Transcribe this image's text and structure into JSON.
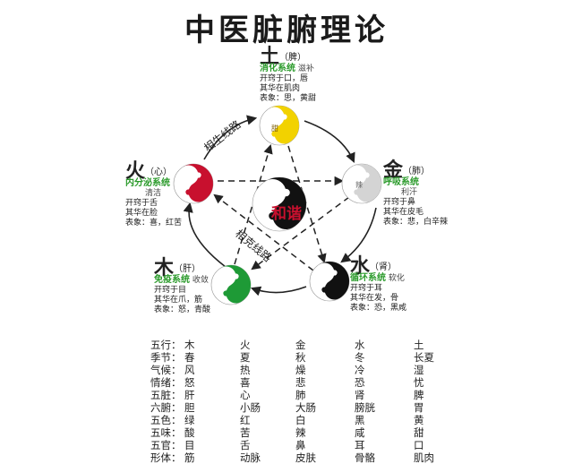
{
  "title": "中医脏腑理论",
  "center": {
    "label": "和谐"
  },
  "paths": {
    "generating": "相生线路",
    "restraining": "相克线路"
  },
  "nodes": {
    "earth": {
      "element": "土",
      "organ": "（脾）",
      "system": "消化系统",
      "note": "滋补",
      "lines": [
        "开窍于口，唇",
        "其华在肌肉",
        "表象：思，黄甜"
      ],
      "taste": "甜",
      "color": "#f2d200"
    },
    "metal": {
      "element": "金",
      "organ": "（肺）",
      "system": "呼吸系统",
      "note": "利汗",
      "lines": [
        "开窍于鼻",
        "其华在皮毛",
        "表象：悲，白辛辣"
      ],
      "taste": "辣",
      "color": "#d4d4d4"
    },
    "water": {
      "element": "水",
      "organ": "（肾）",
      "system": "循环系统",
      "note": "软化",
      "lines": [
        "开窍于耳",
        "其华在发，骨",
        "表象：恐，黑咸"
      ],
      "taste": "咸",
      "color": "#111111"
    },
    "wood": {
      "element": "木",
      "organ": "（肝）",
      "system": "免疫系统",
      "note": "收敛",
      "lines": [
        "开窍于目",
        "其华在爪，筋",
        "表象：怒，青酸"
      ],
      "taste": "酸",
      "color": "#1e9a36"
    },
    "fire": {
      "element": "火",
      "organ": "（心）",
      "system": "内分泌系统",
      "note": "清洁",
      "lines": [
        "开窍于舌",
        "其华在脸",
        "表象：喜，红苦"
      ],
      "taste": "苦",
      "color": "#c8102e"
    }
  },
  "table": [
    [
      "五行：",
      "木",
      "火",
      "金",
      "水",
      "土"
    ],
    [
      "季节：",
      "春",
      "夏",
      "秋",
      "冬",
      "长夏"
    ],
    [
      "气候：",
      "风",
      "热",
      "燥",
      "冷",
      "湿"
    ],
    [
      "情绪：",
      "怒",
      "喜",
      "悲",
      "恐",
      "忧"
    ],
    [
      "五脏：",
      "肝",
      "心",
      "肺",
      "肾",
      "脾"
    ],
    [
      "六腑：",
      "胆",
      "小肠",
      "大肠",
      "膀胱",
      "胃"
    ],
    [
      "五色：",
      "绿",
      "红",
      "白",
      "黑",
      "黄"
    ],
    [
      "五味：",
      "酸",
      "苦",
      "辣",
      "咸",
      "甜"
    ],
    [
      "五官：",
      "目",
      "舌",
      "鼻",
      "耳",
      "口"
    ],
    [
      "形体：",
      "筋",
      "动脉",
      "皮肤",
      "骨骼",
      "肌肉"
    ]
  ]
}
